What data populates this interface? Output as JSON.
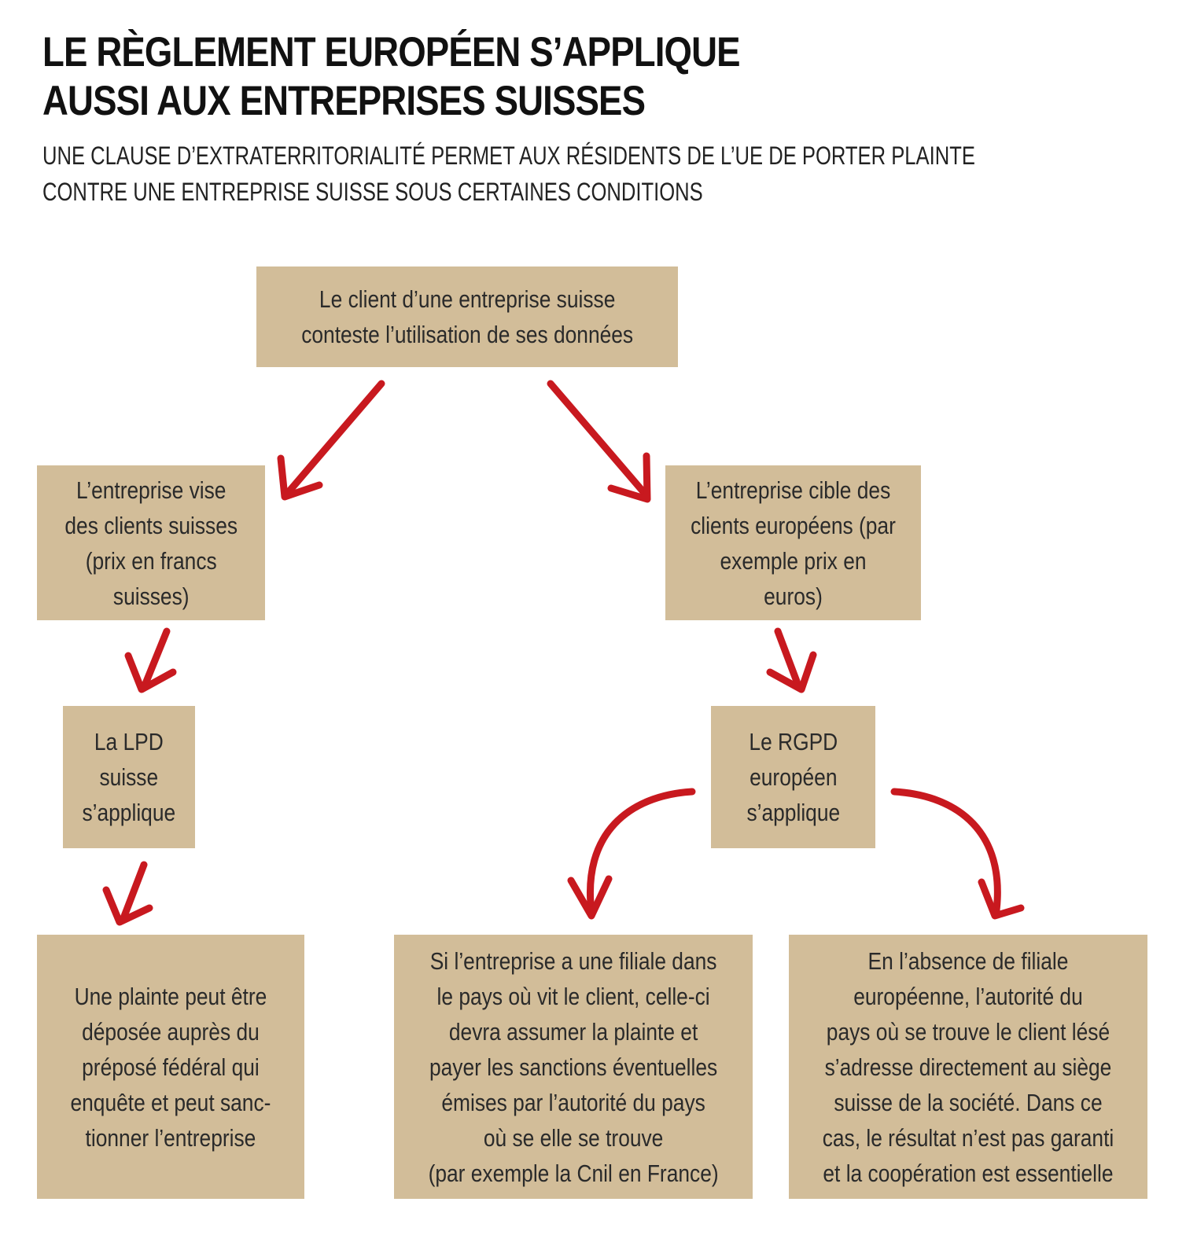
{
  "header": {
    "title_line1": "LE RÈGLEMENT EUROPÉEN S’APPLIQUE",
    "title_line2": "AUSSI AUX ENTREPRISES SUISSES",
    "subtitle_line1": "UNE CLAUSE D’EXTRATERRITORIALITÉ PERMET AUX RÉSIDENTS DE L’UE DE PORTER PLAINTE",
    "subtitle_line2": "CONTRE UNE ENTREPRISE SUISSE SOUS CERTAINES CONDITIONS"
  },
  "nodes": {
    "root": "Le client d’une entreprise suisse\nconteste l’utilisation de ses données",
    "swiss_target": "L’entreprise vise\ndes clients suisses\n(prix en francs\nsuisses)",
    "eu_target": "L’entreprise cible des\nclients européens (par\nexemple prix en euros)",
    "lpd": "La LPD\nsuisse\ns’applique",
    "rgpd": "Le RGPD\neuropéen\ns’applique",
    "swiss_complaint": "Une plainte peut être\ndéposée auprès du\npréposé fédéral qui\nenquête et peut sanc-\ntionner l’entreprise",
    "with_subsidiary": "Si l’entreprise a une filiale dans\nle pays où vit le client, celle-ci\ndevra assumer  la plainte et\npayer les sanctions éventuelles\némises par l’autorité du pays\noù se elle se trouve\n(par exemple la Cnil en France)",
    "without_subsidiary": "En l’absence de filiale\neuropéenne, l’autorité  du\npays où se trouve le client lésé\ns’adresse directement au siège\nsuisse de la société. Dans ce\ncas, le résultat n’est pas garanti\net la coopération est essentielle"
  },
  "colors": {
    "box_fill": "#d2bd99",
    "arrow": "#c8191f",
    "title_text": "#111111"
  }
}
